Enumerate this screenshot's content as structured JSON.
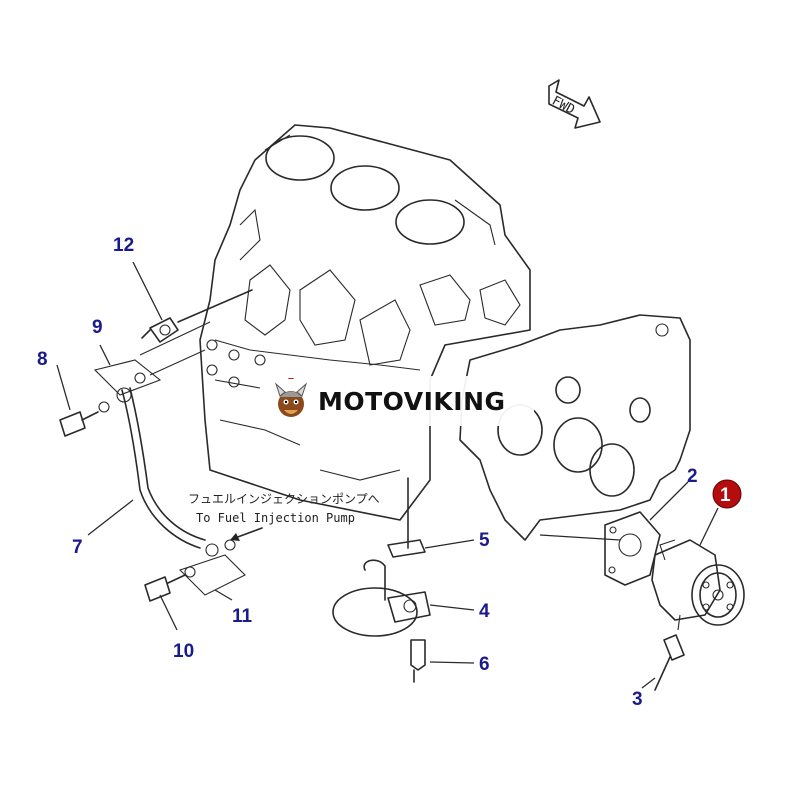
{
  "diagram": {
    "orientation_label": "FWD",
    "note_japanese": "フュエルインジェクションポンプへ",
    "note_english": "To Fuel Injection Pump",
    "callouts": [
      {
        "label": "1",
        "part": "oil-pump",
        "highlighted": true
      },
      {
        "label": "2",
        "part": "gasket"
      },
      {
        "label": "3",
        "part": "bolt"
      },
      {
        "label": "4",
        "part": "oil-strainer"
      },
      {
        "label": "5",
        "part": "gasket"
      },
      {
        "label": "6",
        "part": "bolt"
      },
      {
        "label": "7",
        "part": "pipe"
      },
      {
        "label": "8",
        "part": "bolt"
      },
      {
        "label": "9",
        "part": "washer-set"
      },
      {
        "label": "10",
        "part": "bolt"
      },
      {
        "label": "11",
        "part": "washer-set"
      },
      {
        "label": "12",
        "part": "pressure-switch"
      }
    ]
  },
  "watermark": {
    "text": "MOTOVIKING",
    "logo_icon": "viking-mascot-icon"
  },
  "colors": {
    "callout_text": "#1a1a8c",
    "highlight_fill": "#b50d0d",
    "line": "#2a2a2a"
  }
}
